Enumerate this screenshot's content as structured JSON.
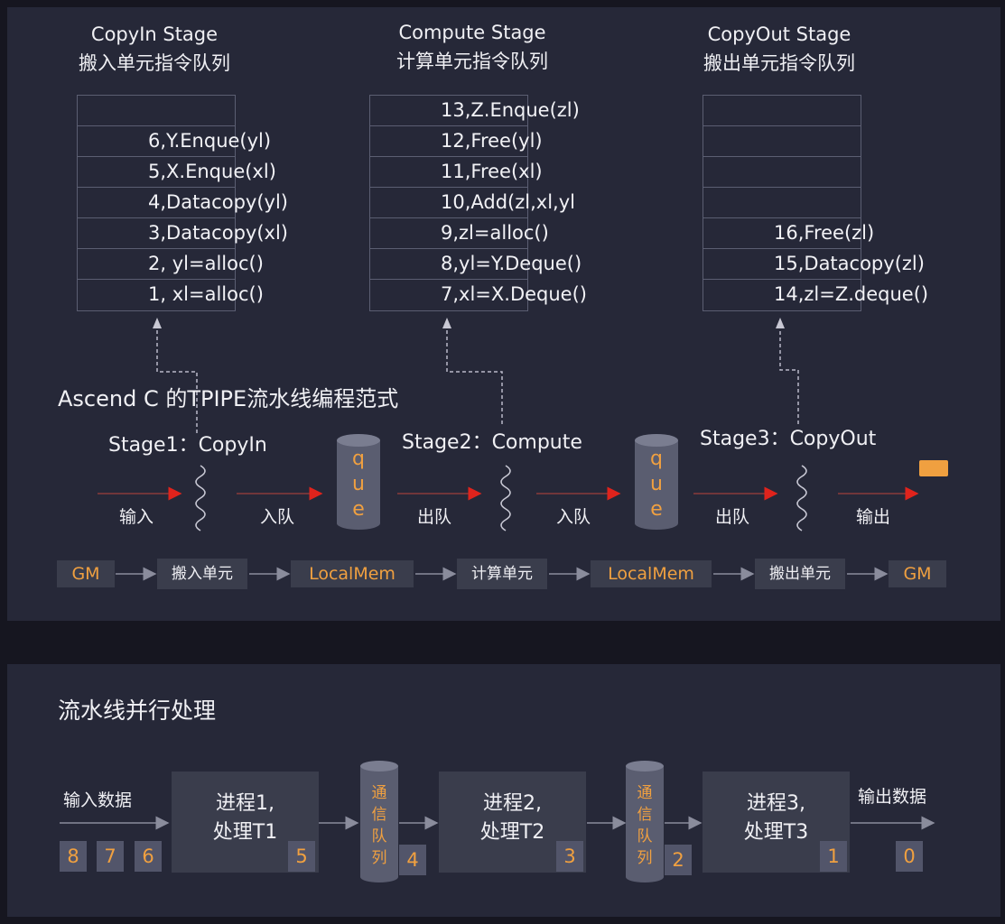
{
  "top": {
    "stages": [
      {
        "en": "CopyIn Stage",
        "cn": "搬入单元指令队列"
      },
      {
        "en": "Compute Stage",
        "cn": "计算单元指令队列"
      },
      {
        "en": "CopyOut Stage",
        "cn": "搬出单元指令队列"
      }
    ],
    "queues": [
      [
        "",
        "6,Y.Enque(yl)",
        "5,X.Enque(xl)",
        "4,Datacopy(yl)",
        "3,Datacopy(xl)",
        "2, yl=alloc()",
        "1, xl=alloc()"
      ],
      [
        "13,Z.Enque(zl)",
        "12,Free(yl)",
        "11,Free(xl)",
        "10,Add(zl,xl,yl",
        "9,zl=alloc()",
        "8,yl=Y.Deque()",
        "7,xl=X.Deque()"
      ],
      [
        "",
        "",
        "",
        "",
        "16,Free(zl)",
        "15,Datacopy(zl)",
        "14,zl=Z.deque()"
      ]
    ],
    "title": "Ascend C 的TPIPE流水线编程范式",
    "stage_labels": [
      "Stage1：CopyIn",
      "Stage2：Compute",
      "Stage3：CopyOut"
    ],
    "flow_labels": [
      "输入",
      "入队",
      "出队",
      "入队",
      "出队",
      "输出"
    ],
    "que_letters": [
      "q",
      "u",
      "e"
    ],
    "units": [
      "GM",
      "搬入单元",
      "LocalMem",
      "计算单元",
      "LocalMem",
      "搬出单元",
      "GM"
    ]
  },
  "bottom": {
    "title": "流水线并行处理",
    "input_label": "输入数据",
    "output_label": "输出数据",
    "processes": [
      {
        "line1": "进程1,",
        "line2": "处理T1"
      },
      {
        "line1": "进程2,",
        "line2": "处理T2"
      },
      {
        "line1": "进程3,",
        "line2": "处理T3"
      }
    ],
    "queue_chars": [
      "通",
      "信",
      "队",
      "列"
    ],
    "numbers": [
      "8",
      "7",
      "6",
      "5",
      "4",
      "3",
      "2",
      "1",
      "0"
    ]
  },
  "colors": {
    "background": "#161620",
    "panel": "#262838",
    "accent": "#f0a040",
    "arrow": "#e0231c",
    "box": "#3a3d4c"
  }
}
